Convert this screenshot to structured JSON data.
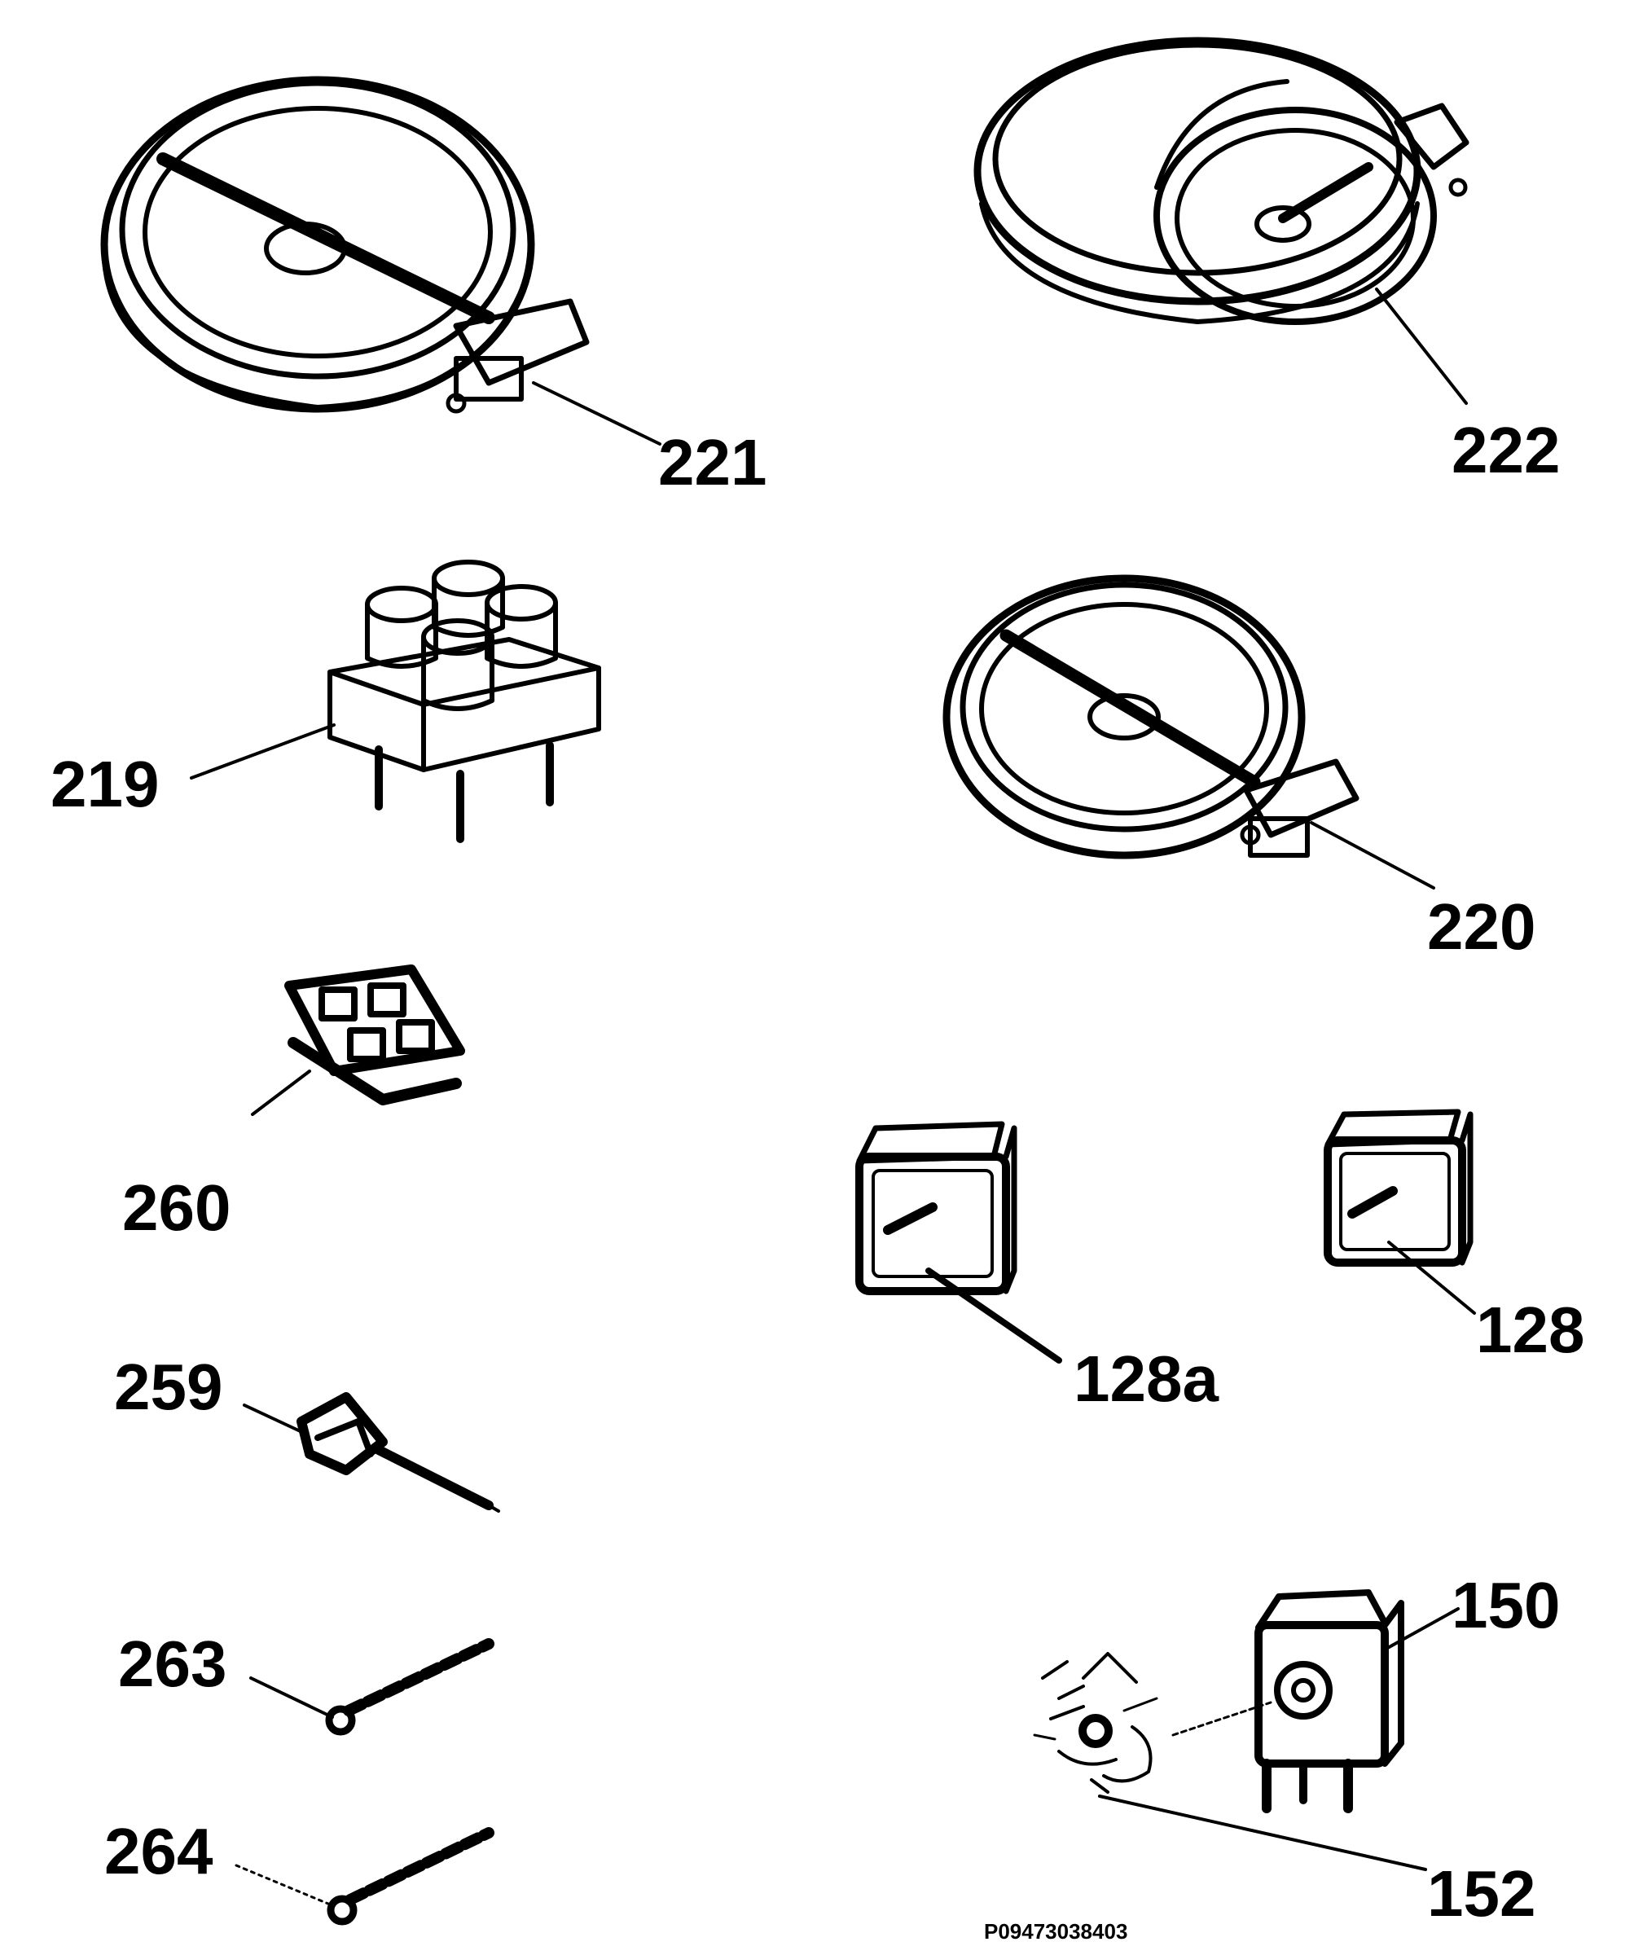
{
  "parts": [
    {
      "label": "221",
      "icon": "single-ring-hotplate-icon"
    },
    {
      "label": "222",
      "icon": "oval-dual-zone-hotplate-icon"
    },
    {
      "label": "219",
      "icon": "quad-capacitor-block-icon"
    },
    {
      "label": "220",
      "icon": "small-single-ring-hotplate-icon"
    },
    {
      "label": "260",
      "icon": "terminal-block-icon"
    },
    {
      "label": "259",
      "icon": "rotary-switch-icon"
    },
    {
      "label": "128a",
      "icon": "energy-regulator-icon"
    },
    {
      "label": "128",
      "icon": "energy-regulator-icon"
    },
    {
      "label": "263",
      "icon": "indicator-lamp-icon"
    },
    {
      "label": "264",
      "icon": "indicator-lamp-icon"
    },
    {
      "label": "150",
      "icon": "thermostat-icon"
    },
    {
      "label": "152",
      "icon": "control-knob-icon"
    }
  ],
  "drawing_ref": "P09473038403"
}
